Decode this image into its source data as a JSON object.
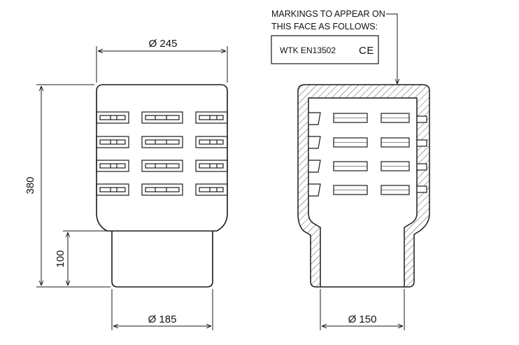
{
  "left_view": {
    "dim_top": "Ø 245",
    "dim_height_total": "380",
    "dim_height_spigot": "100",
    "dim_bottom": "Ø 185"
  },
  "right_view": {
    "note_line1": "MARKINGS TO APPEAR ON",
    "note_line2": "THIS FACE AS FOLLOWS:",
    "marking_text": "WTK EN13502",
    "marking_symbol": "CE",
    "dim_bottom": "Ø 150"
  },
  "colors": {
    "line": "#1a1a1a",
    "hatch": "#555555"
  }
}
